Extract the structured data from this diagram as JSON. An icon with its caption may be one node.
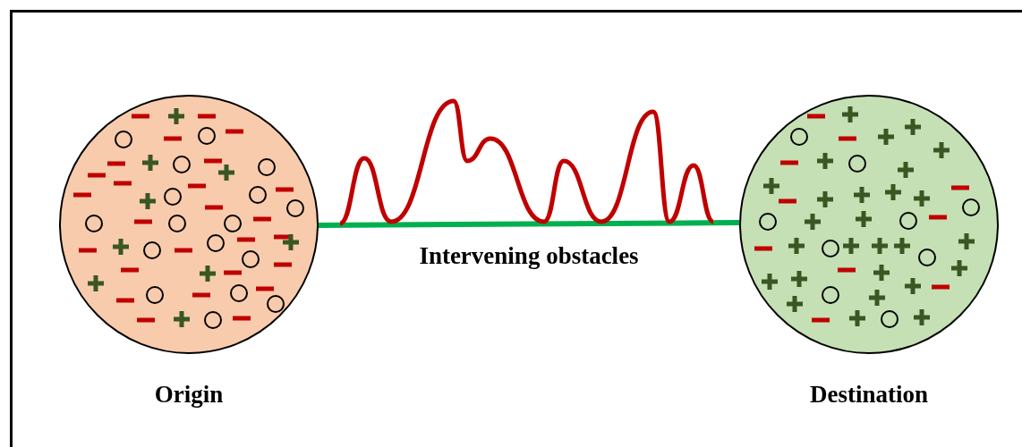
{
  "diagram": {
    "nodes": [
      {
        "text": [
          "Origin"
        ]
      },
      {
        "text": [
          "Destination"
        ]
      }
    ],
    "edges": [
      {
        "from": 0,
        "to": 1,
        "arrow": "none",
        "label": "Intervening obstacles",
        "color": "#00b050"
      }
    ]
  }
}
